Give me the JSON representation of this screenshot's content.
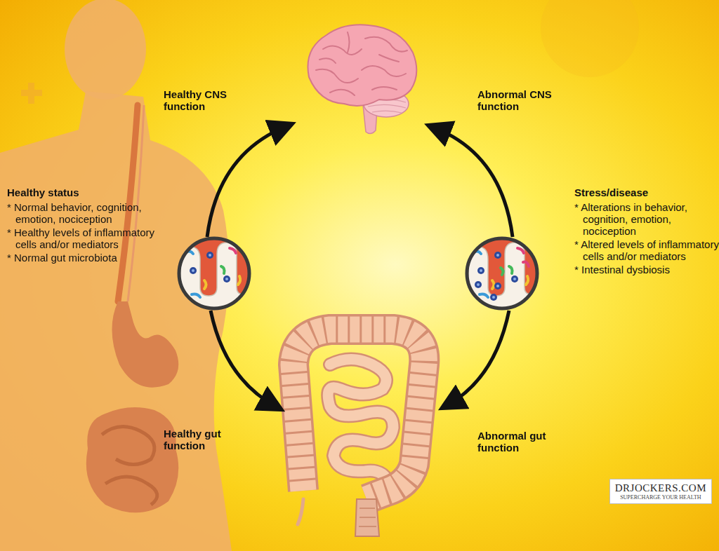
{
  "diagram": {
    "nodes": [
      {
        "text": [
          "DRJOCKERS.COM",
          "SUPERCHARGE YOUR HEALTH"
        ]
      }
    ],
    "labels": [
      "Healthy CNS function",
      "Abnormal CNS function",
      "Healthy status",
      "* Normal behavior, cognition, emotion, nociception",
      "* Healthy levels of inflammatory cells and/or mediators",
      "* Normal gut microbiota",
      "Stress/disease",
      "* Alterations in behavior, cognition, emotion, nociception",
      "* Altered levels of inflammatory cells and/or mediators",
      "* Intestinal dysbiosis",
      "Healthy gut function",
      "Abnormal gut function"
    ]
  }
}
